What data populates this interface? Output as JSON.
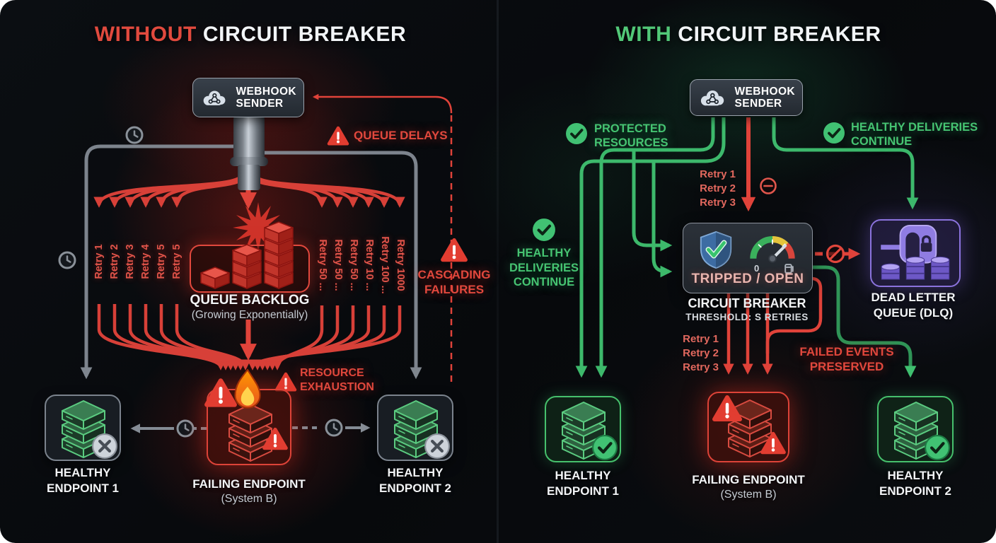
{
  "colors": {
    "red": "#e1483d",
    "green": "#46c472",
    "purple": "#8b73dd",
    "gray": "#8a9199",
    "white": "#f2f4f6"
  },
  "left": {
    "title_accent": "WITHOUT",
    "title_rest": " CIRCUIT BREAKER",
    "sender_line1": "WEBHOOK",
    "sender_line2": "SENDER",
    "queue_delays": "QUEUE DELAYS",
    "retries_left": [
      "Retry 1",
      "Retry 2",
      "Retry 3",
      "Retry 4",
      "Retry 5",
      "Retry 5"
    ],
    "retries_right": [
      "Retry 50 ...",
      "Retry 50 ...",
      "Retry 50 ...",
      "Retry 10 ...",
      "Retry 100 ...",
      "Retry 1000"
    ],
    "backlog_title": "QUEUE BACKLOG",
    "backlog_subtitle": "(Growing Exponentially)",
    "cascading_line1": "CASCADING",
    "cascading_line2": "FAILURES",
    "resource_line1": "RESOURCE",
    "resource_line2": "EXHAUSTION",
    "ep1_line1": "HEALTHY",
    "ep1_line2": "ENDPOINT 1",
    "fail_line1": "FAILING ENDPOINT",
    "fail_line2": "(System B)",
    "ep2_line1": "HEALTHY",
    "ep2_line2": "ENDPOINT 2"
  },
  "right": {
    "title_accent": "WITH",
    "title_rest": " CIRCUIT BREAKER",
    "sender_line1": "WEBHOOK",
    "sender_line2": "SENDER",
    "protected_line1": "PROTECTED",
    "protected_line2": "RESOURCES",
    "hd_top_line1": "HEALTHY DELIVERIES",
    "hd_top_line2": "CONTINUE",
    "retries_top": [
      "Retry 1",
      "Retry 2",
      "Retry 3"
    ],
    "hd_left_line1": "HEALTHY",
    "hd_left_line2": "DELIVERIES",
    "hd_left_line3": "CONTINUE",
    "cb_status": "TRIPPED / OPEN",
    "cb_gauge_zero": "0",
    "cb_title": "CIRCUIT BREAKER",
    "cb_subtitle": "THRESHOLD: S RETRIES",
    "dlq_line1": "DEAD LETTER",
    "dlq_line2": "QUEUE (DLQ)",
    "retries_bottom": [
      "Retry 1",
      "Retry 2",
      "Retry 3"
    ],
    "failed_line1": "FAILED EVENTS",
    "failed_line2": "PRESERVED",
    "ep1_line1": "HEALTHY",
    "ep1_line2": "ENDPOINT 1",
    "fail_line1": "FAILING ENDPOINT",
    "fail_line2": "(System B)",
    "ep2_line1": "HEALTHY",
    "ep2_line2": "ENDPOINT 2"
  }
}
